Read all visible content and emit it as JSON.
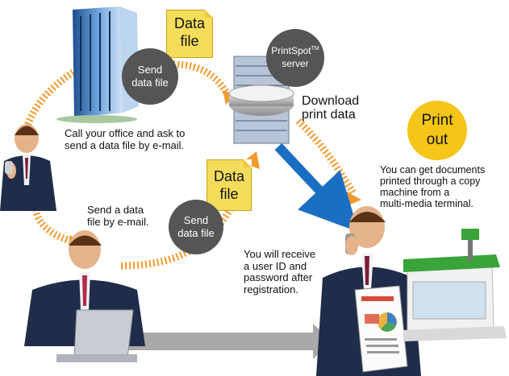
{
  "labels": {
    "data_file_top": "Data\nfile",
    "send_data_file_top": "Send\ndata file",
    "server_name": "PrintSpot",
    "server_tm": "TM",
    "server_word": "server",
    "download": "Download\nprint data",
    "call_office": "Call your office and ask to\nsend a data file by e-mail.",
    "print_out": "Print\nout",
    "get_documents": "You can get documents\nprinted through a copy\nmachine from a\nmulti-media terminal.",
    "data_file_bottom": "Data\nfile",
    "send_data_by_email": "Send a data\nfile by e-mail.",
    "send_data_file_bottom": "Send\ndata file",
    "receive_id": "You will receive\na user ID and\npassword after\nregistration."
  },
  "colors": {
    "orange": "#f39a2e",
    "blue": "#1a6fc2",
    "gray_arrow": "#a9a9a9",
    "dark_circle": "#555555",
    "print_out_fill": "#f5c518",
    "note_yellow": "#f5dd5c"
  }
}
